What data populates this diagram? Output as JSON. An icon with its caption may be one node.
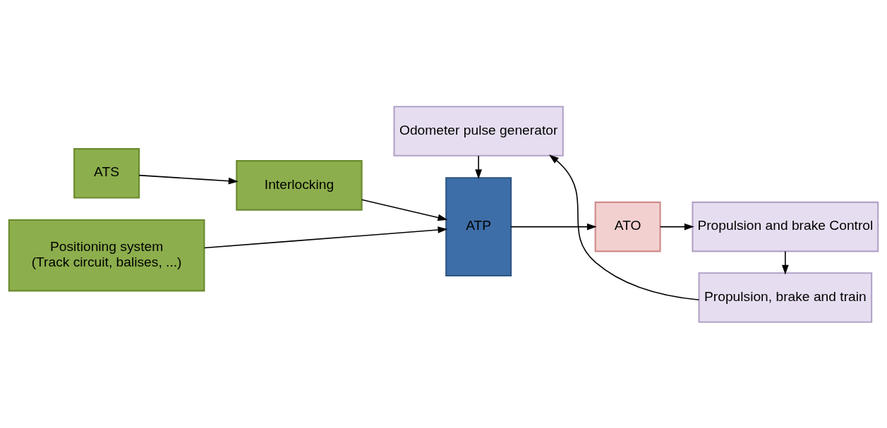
{
  "diagram": {
    "nodes": [
      {
        "text": [
          "ATS"
        ]
      },
      {
        "text": [
          "Interlocking"
        ]
      },
      {
        "text": [
          "Positioning system",
          "(Track circuit, balises, ...)"
        ]
      },
      {
        "text": [
          "ATP"
        ]
      },
      {
        "text": [
          "ATO"
        ]
      },
      {
        "text": [
          "Propulsion and brake Control"
        ]
      },
      {
        "text": [
          "Propulsion, brake and train"
        ]
      },
      {
        "text": [
          "Odometer pulse generator"
        ]
      }
    ],
    "edges": [
      {
        "from": 0,
        "to": 1,
        "arrow": "to"
      },
      {
        "from": 1,
        "to": 3,
        "arrow": "to"
      },
      {
        "from": 2,
        "to": 3,
        "arrow": "to"
      },
      {
        "from": 3,
        "to": 4,
        "arrow": "to"
      },
      {
        "from": 4,
        "to": 5,
        "arrow": "to"
      },
      {
        "from": 5,
        "to": 6,
        "arrow": "to"
      },
      {
        "from": 6,
        "to": 7,
        "arrow": "to"
      },
      {
        "from": 7,
        "to": 3,
        "arrow": "to"
      }
    ]
  }
}
